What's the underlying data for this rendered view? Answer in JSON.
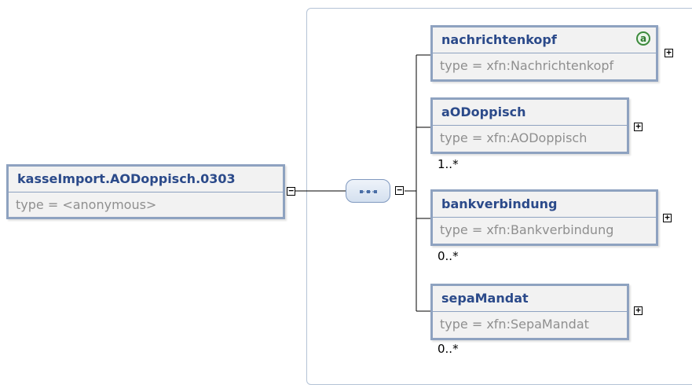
{
  "root": {
    "name": "kasseImport.AODoppisch.0303",
    "type": "type = <anonymous>"
  },
  "compositor": {
    "icon": "sequence-icon"
  },
  "children": [
    {
      "name": "nachrichtenkopf",
      "type": "type = xfn:Nachrichtenkopf",
      "occurs": "",
      "badge": "a"
    },
    {
      "name": "aODoppisch",
      "type": "type = xfn:AODoppisch",
      "occurs": "1..*"
    },
    {
      "name": "bankverbindung",
      "type": "type = xfn:Bankverbindung",
      "occurs": "0..*"
    },
    {
      "name": "sepaMandat",
      "type": "type = xfn:SepaMandat",
      "occurs": "0..*"
    }
  ],
  "toggles": {
    "expanded": "−",
    "collapsed": "+"
  },
  "colors": {
    "border": "#8ea2c0",
    "name_text": "#2b4a8a",
    "type_text": "#8f8f8f",
    "box_fill": "#f2f2f2"
  }
}
